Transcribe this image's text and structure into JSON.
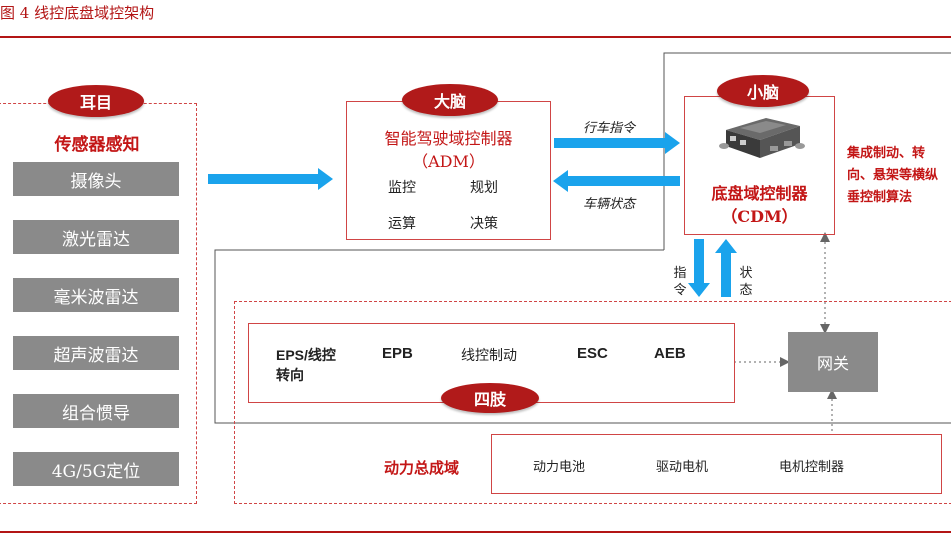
{
  "caption": "图 4  线控底盘域控架构",
  "colors": {
    "accent_red": "#b11a1a",
    "arrow_blue": "#1aa3ec",
    "gray_box": "#8a8a8a"
  },
  "sensing": {
    "badge": "耳目",
    "title": "传感器感知",
    "items": [
      "摄像头",
      "激光雷达",
      "毫米波雷达",
      "超声波雷达",
      "组合惯导",
      "4G/5G定位"
    ]
  },
  "adm": {
    "badge": "大脑",
    "title": "智能驾驶域控制器",
    "subtitle": "（ADM）",
    "functions": [
      "监控",
      "规划",
      "运算",
      "决策"
    ]
  },
  "adm_to_cdm_label": "行车指令",
  "cdm_to_adm_label": "车辆状态",
  "cdm": {
    "badge": "小脑",
    "title": "底盘域控制器",
    "subtitle": "（CDM）",
    "side_note": "集成制动、转向、悬架等横纵垂控制算法"
  },
  "cmd_label": "指令",
  "state_label": "状态",
  "chassis": {
    "badge": "四肢",
    "items": [
      "EPS/线控转向",
      "EPB",
      "线控制动",
      "ESC",
      "AEB"
    ]
  },
  "gateway": "网关",
  "powertrain": {
    "title": "动力总成域",
    "items": [
      "动力电池",
      "驱动电机",
      "电机控制器"
    ]
  }
}
